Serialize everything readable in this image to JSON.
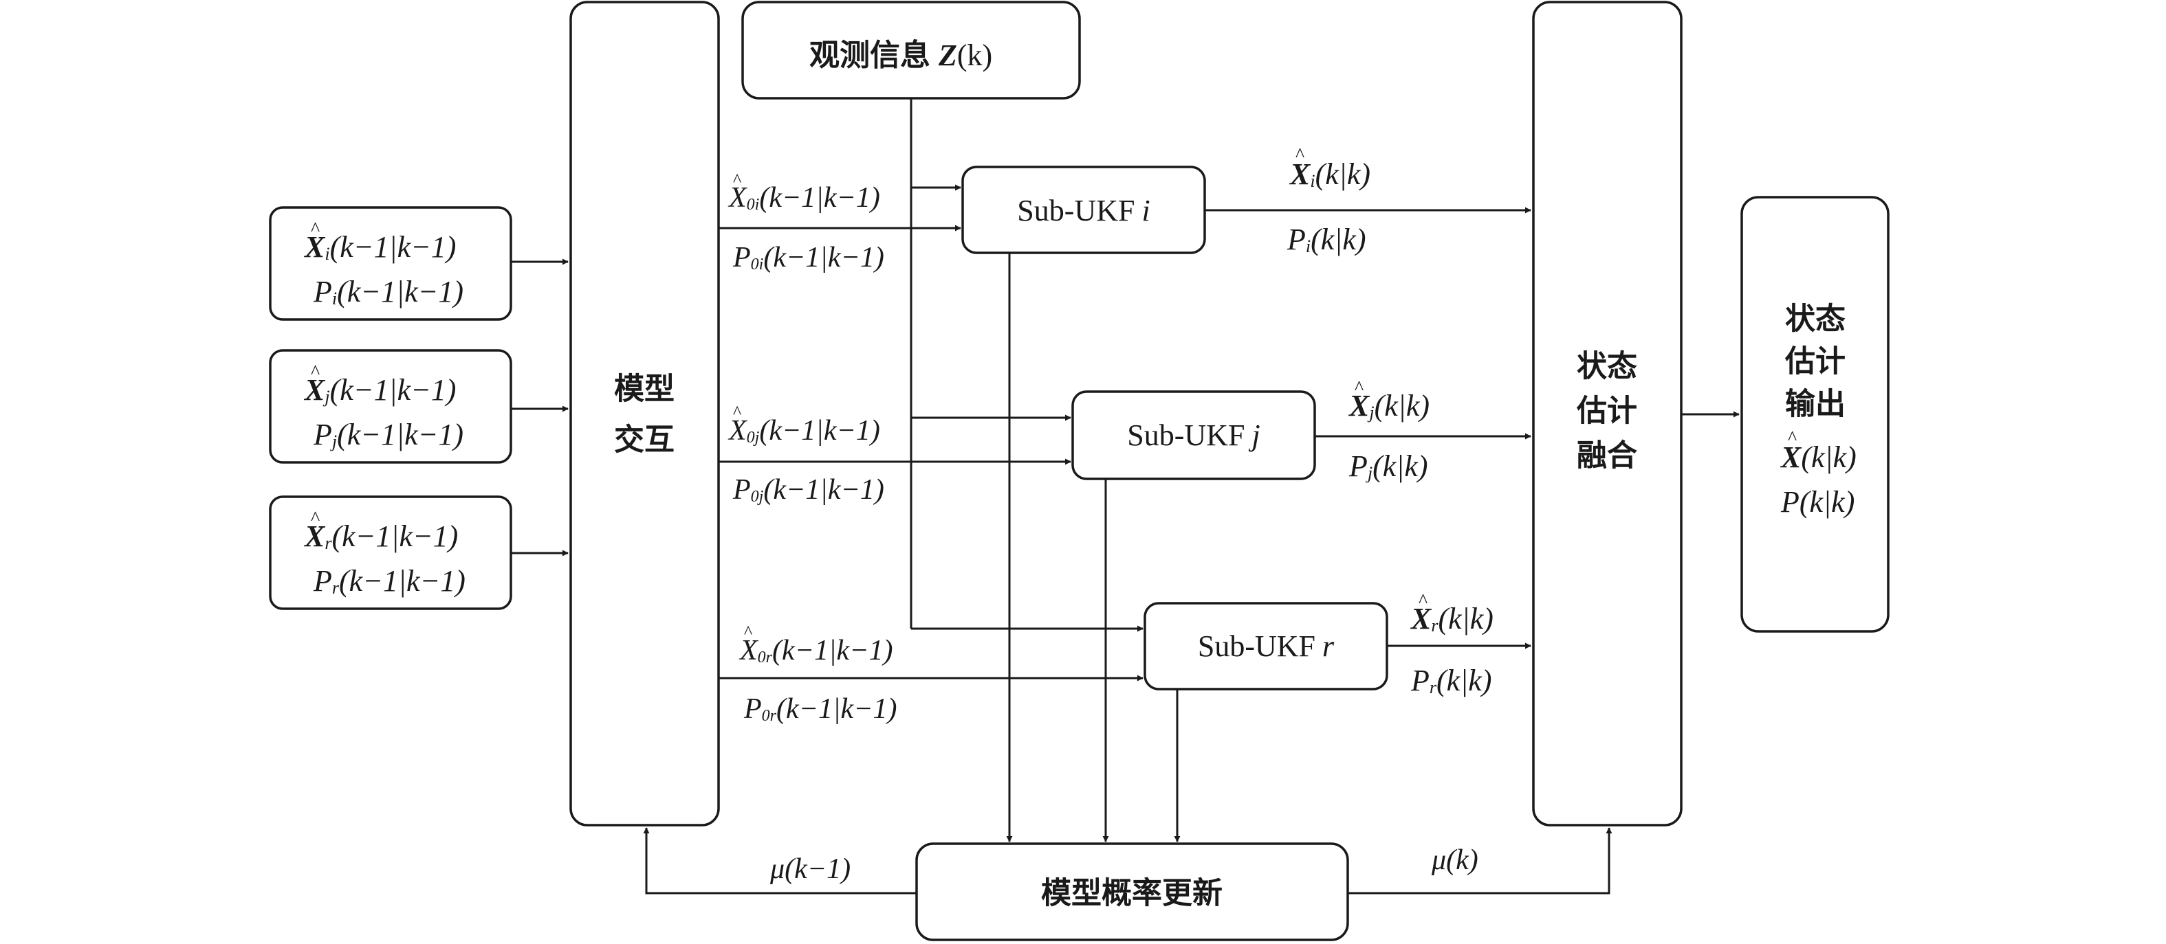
{
  "observation": {
    "label": "观测信息",
    "sym": "Z",
    "arg": "(k)"
  },
  "interaction": {
    "line1": "模型",
    "line2": "交互"
  },
  "fusion": {
    "line1": "状态",
    "line2": "估计",
    "line3": "融合"
  },
  "output": {
    "line1": "状态",
    "line2": "估计",
    "line3": "输出",
    "x_sym": "X",
    "x_arg": "(k|k)",
    "p_sym": "P",
    "p_arg": "(k|k)"
  },
  "prob_update": {
    "label": "模型概率更新"
  },
  "mu_prev": {
    "sym": "μ",
    "arg": "(k−1)"
  },
  "mu_curr": {
    "sym": "μ",
    "arg": "(k)"
  },
  "inputs": [
    {
      "x_sym": "X",
      "sub": "i",
      "p_sym": "P",
      "arg": "(k−1|k−1)"
    },
    {
      "x_sym": "X",
      "sub": "j",
      "p_sym": "P",
      "arg": "(k−1|k−1)"
    },
    {
      "x_sym": "X",
      "sub": "r",
      "p_sym": "P",
      "arg": "(k−1|k−1)"
    }
  ],
  "filters": [
    {
      "name": "Sub-UKF",
      "sub": "i",
      "in_x": "X",
      "in_p": "P",
      "in_sub": "0i",
      "in_arg": "(k−1|k−1)",
      "out_x": "X",
      "out_p": "P",
      "out_arg": "(k|k)"
    },
    {
      "name": "Sub-UKF",
      "sub": "j",
      "in_x": "X",
      "in_p": "P",
      "in_sub": "0j",
      "in_arg": "(k−1|k−1)",
      "out_x": "X",
      "out_p": "P",
      "out_arg": "(k|k)"
    },
    {
      "name": "Sub-UKF",
      "sub": "r",
      "in_x": "X",
      "in_p": "P",
      "in_sub": "0r",
      "in_arg": "(k−1|k−1)",
      "out_x": "X",
      "out_p": "P",
      "out_arg": "(k|k)"
    }
  ],
  "hat_symbol": "^"
}
